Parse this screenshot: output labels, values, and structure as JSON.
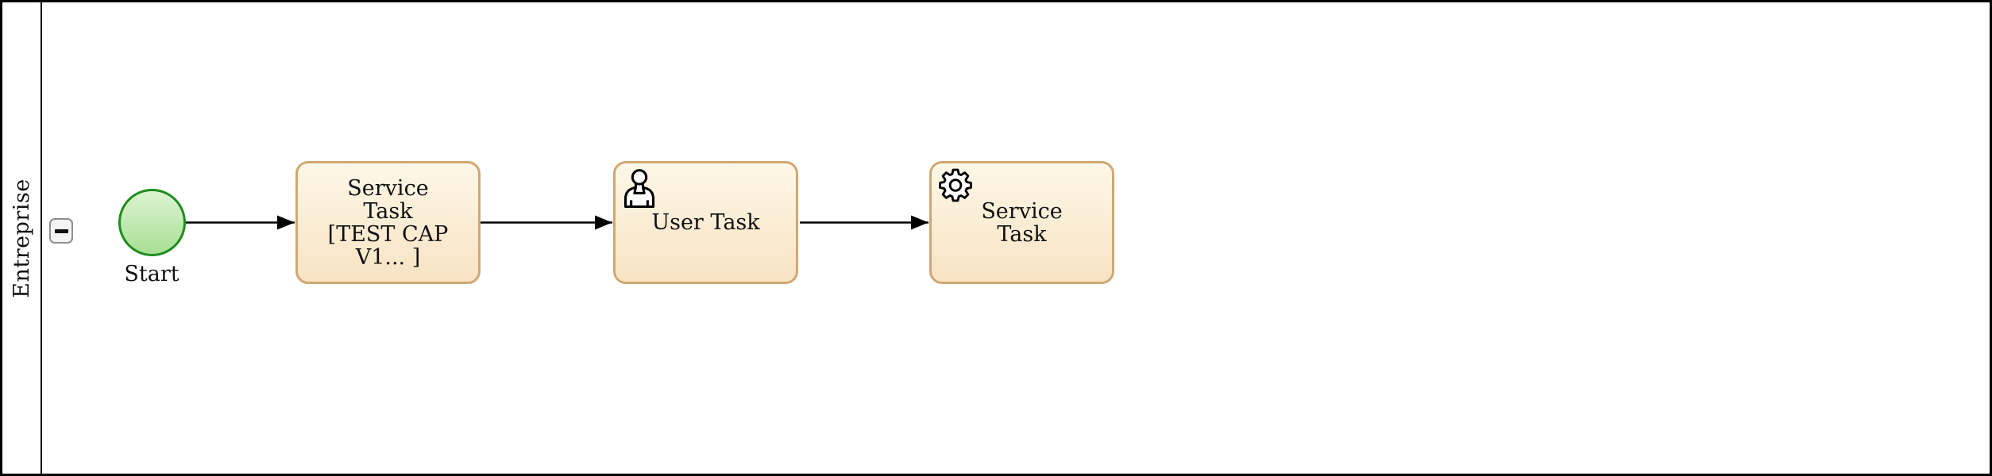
{
  "diagram": {
    "kind": "BPMN process",
    "lane": {
      "label": "Entreprise"
    },
    "collapse_button": {
      "icon": "minus-icon",
      "state": "expanded"
    },
    "nodes": {
      "start_event": {
        "type": "start-event",
        "label": "Start"
      },
      "service_task_1": {
        "type": "service-task",
        "label": "Service\nTask\n[TEST CAP\nV1... ]"
      },
      "user_task": {
        "type": "user-task",
        "label": "User Task",
        "icon": "user-icon"
      },
      "service_task_2": {
        "type": "service-task",
        "label": "Service\nTask",
        "icon": "gear-icon"
      }
    },
    "flows": [
      {
        "from": "start_event",
        "to": "service_task_1"
      },
      {
        "from": "service_task_1",
        "to": "user_task"
      },
      {
        "from": "user_task",
        "to": "service_task_2"
      }
    ],
    "colors": {
      "pool_border": "#000000",
      "task_border": "#cfa873",
      "task_fill_top": "#fdf7e7",
      "task_fill_bottom": "#f8e3c3",
      "event_border": "#1e8c1e",
      "event_fill_top": "#ddf4d2",
      "event_fill_bottom": "#a7e093",
      "flow_stroke": "#000000"
    }
  }
}
